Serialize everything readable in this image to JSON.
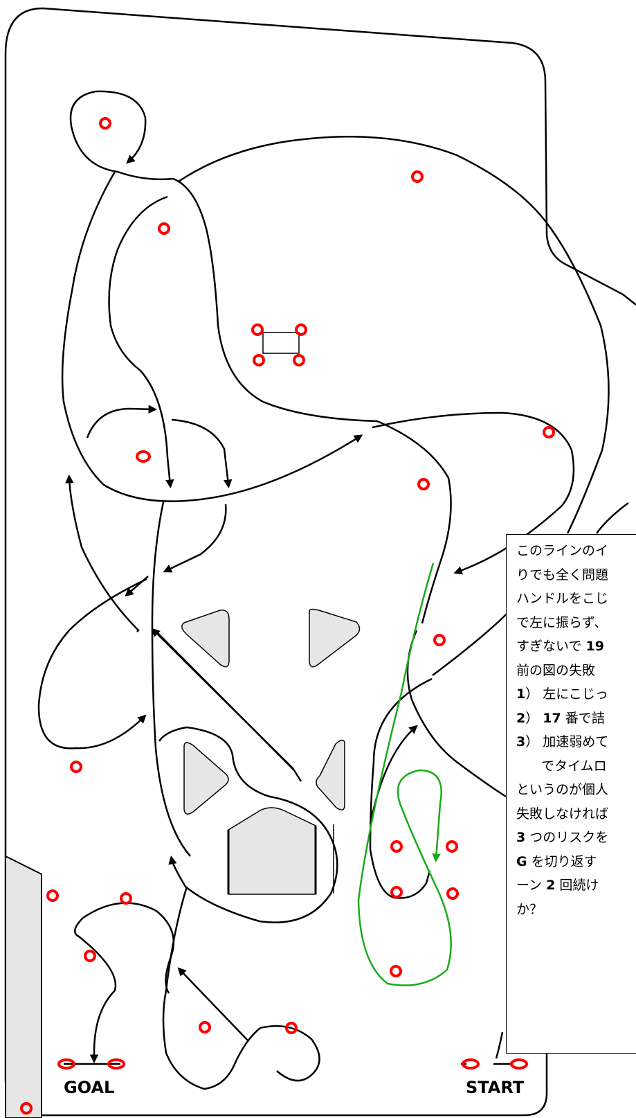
{
  "labels": {
    "goal": "GOAL",
    "start": "START"
  },
  "note": {
    "line1": "このラインのイ",
    "line2": "りでも全く問題",
    "line3": "ハンドルをこじ",
    "line4": "で左に振らず、",
    "line5_pre": "すぎないで ",
    "line5_bold": "19",
    "line6": "前の図の失敗",
    "item1_num": "1",
    "item1_text": "） 左にこじっ",
    "item2_num": "2",
    "item2_mid": "） ",
    "item2_bold": "17",
    "item2_text": " 番で詰",
    "item3_num": "3",
    "item3_text": "） 加速弱めて",
    "item3_cont": "でタイムロ",
    "line10": "というのが個人",
    "line11": "失敗しなければ",
    "line12_bold": "3",
    "line12_text": " つのリスクを",
    "line13_bold": "G",
    "line13_text": " を切り返す",
    "line14_pre": "ーン ",
    "line14_bold": "2",
    "line14_text": " 回続け",
    "line15": "か？"
  },
  "colors": {
    "pylon": "#ff0000",
    "line": "#000000",
    "alt_line": "#1aaa1a",
    "obstacle_fill": "#e6e6e6",
    "side_fill": "#e6e6e6"
  }
}
